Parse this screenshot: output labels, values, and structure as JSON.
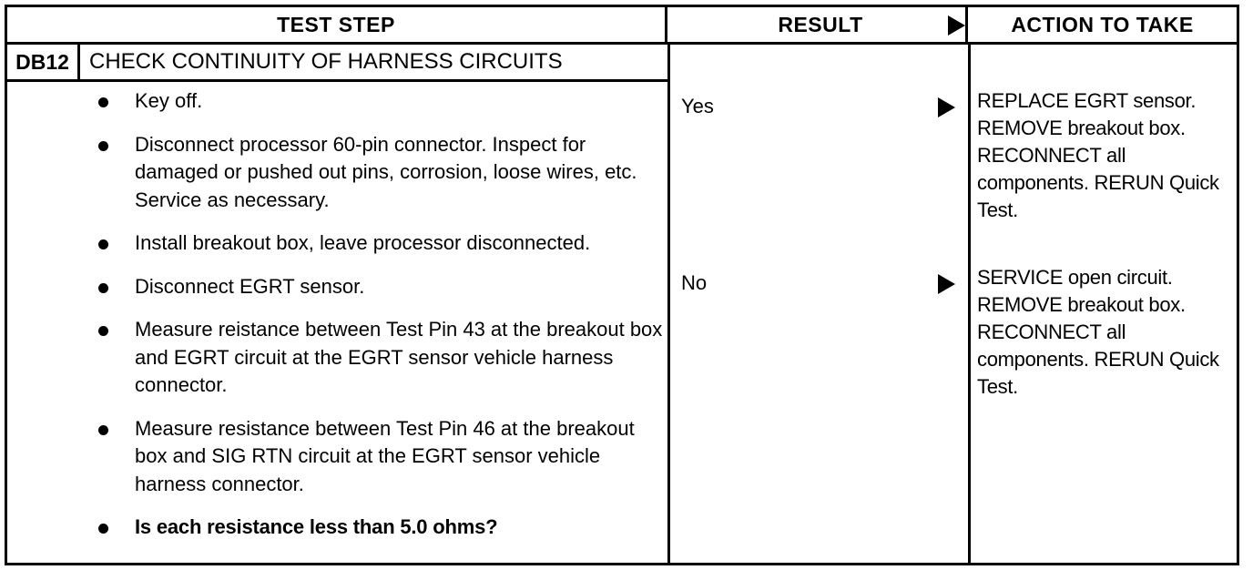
{
  "table": {
    "columns": [
      {
        "id": "test-step",
        "header": "TEST STEP"
      },
      {
        "id": "result",
        "header": "RESULT"
      },
      {
        "id": "action",
        "header": "ACTION TO TAKE"
      }
    ],
    "header_arrow_icon": "right-triangle-icon"
  },
  "step": {
    "code": "DB12",
    "title": "CHECK CONTINUITY OF HARNESS CIRCUITS",
    "bullets": [
      {
        "text": "Key off.",
        "bold": false
      },
      {
        "text": "Disconnect processor 60-pin connector. Inspect for damaged or pushed out pins, corrosion, loose wires, etc. Service as necessary.",
        "bold": false
      },
      {
        "text": "Install breakout box, leave processor disconnected.",
        "bold": false
      },
      {
        "text": "Disconnect EGRT sensor.",
        "bold": false
      },
      {
        "text": "Measure reistance between Test Pin 43 at the breakout box and EGRT circuit at the EGRT sensor vehicle harness connector.",
        "bold": false
      },
      {
        "text": "Measure resistance between Test Pin 46 at the breakout box and SIG RTN circuit at the EGRT sensor vehicle harness connector.",
        "bold": false
      },
      {
        "text": "Is each resistance less than 5.0 ohms?",
        "bold": true
      }
    ]
  },
  "branches": [
    {
      "result": "Yes",
      "arrow_icon": "right-triangle-icon",
      "action": "REPLACE EGRT sensor. REMOVE breakout box. RECONNECT all components. RERUN Quick Test."
    },
    {
      "result": "No",
      "arrow_icon": "right-triangle-icon",
      "action": "SERVICE open circuit. REMOVE breakout box. RECONNECT all components. RERUN Quick Test."
    }
  ],
  "colors": {
    "ink": "#000000",
    "paper": "#ffffff"
  }
}
